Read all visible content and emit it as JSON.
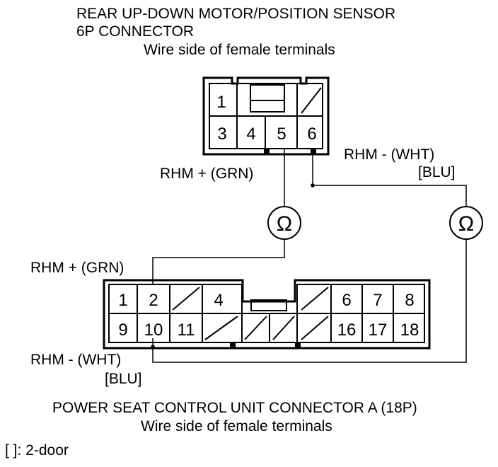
{
  "top_connector": {
    "title_line1": "REAR UP-DOWN MOTOR/POSITION SENSOR",
    "title_line2": "6P CONNECTOR",
    "subtitle": "Wire side of female terminals",
    "pins": [
      {
        "label": "1"
      },
      {
        "label": "3"
      },
      {
        "label": "4"
      },
      {
        "label": "5"
      },
      {
        "label": "6"
      }
    ]
  },
  "labels": {
    "rhm_plus_top": "RHM + (GRN)",
    "rhm_minus_top": "RHM - (WHT)",
    "rhm_minus_top_alt": "[BLU]",
    "rhm_plus_bottom": "RHM + (GRN)",
    "rhm_minus_bottom": "RHM - (WHT)",
    "rhm_minus_bottom_alt": "[BLU]"
  },
  "meters": {
    "left_symbol": "Ω",
    "right_symbol": "Ω"
  },
  "bottom_connector": {
    "title": "POWER SEAT CONTROL UNIT CONNECTOR A (18P)",
    "subtitle": "Wire side of female terminals",
    "pins_top": [
      {
        "label": "1"
      },
      {
        "label": "2"
      },
      {
        "label": "4"
      },
      {
        "label": "6"
      },
      {
        "label": "7"
      },
      {
        "label": "8"
      }
    ],
    "pins_bottom": [
      {
        "label": "9"
      },
      {
        "label": "10"
      },
      {
        "label": "11"
      },
      {
        "label": "16"
      },
      {
        "label": "17"
      },
      {
        "label": "18"
      }
    ]
  },
  "footnote": "[ ]: 2-door"
}
